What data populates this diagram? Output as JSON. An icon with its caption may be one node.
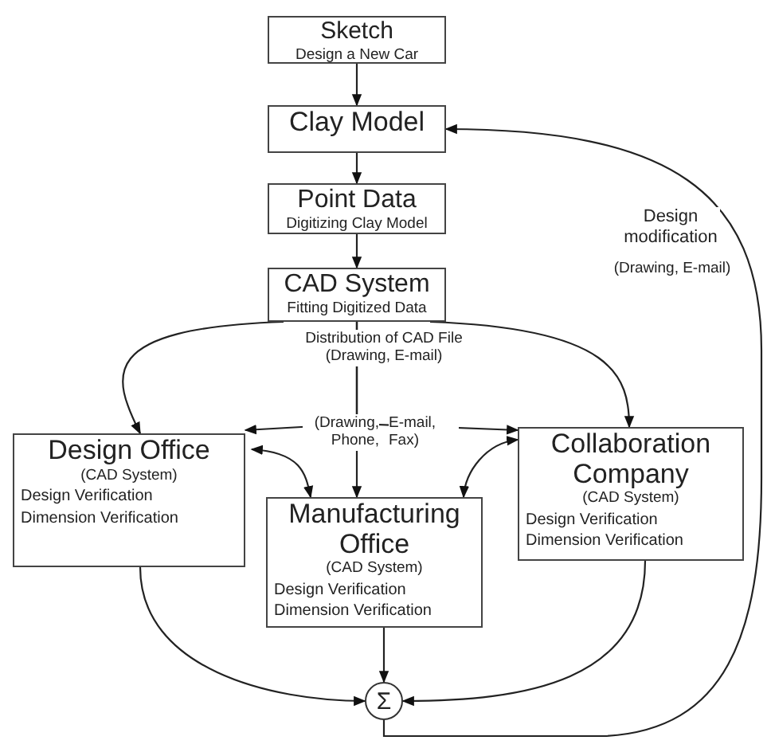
{
  "diagram": {
    "nodes": [
      {
        "text": [
          "Sketch",
          "Design a New Car"
        ]
      },
      {
        "text": [
          "Clay Model"
        ]
      },
      {
        "text": [
          "Point Data",
          "Digitizing Clay Model"
        ]
      },
      {
        "text": [
          "CAD System",
          "Fitting Digitized Data"
        ]
      },
      {
        "text": [
          "Design Office",
          "(CAD System)",
          "Design Verification",
          "Dimension Verification"
        ]
      },
      {
        "text": [
          "Manufacturing Office",
          "(CAD System)",
          "Design Verification",
          "Dimension Verification"
        ]
      },
      {
        "text": [
          "Collaboration Company",
          "(CAD System)",
          "Design Verification",
          "Dimension Verification"
        ]
      },
      {
        "text": [
          "Σ"
        ]
      }
    ],
    "edges": [
      {
        "from": 0,
        "to": 1,
        "arrow": "to"
      },
      {
        "from": 1,
        "to": 2,
        "arrow": "to"
      },
      {
        "from": 2,
        "to": 3,
        "arrow": "to"
      },
      {
        "from": 3,
        "to": 4,
        "arrow": "to"
      },
      {
        "from": 3,
        "to": 6,
        "arrow": "to"
      },
      {
        "from": 3,
        "to": 5,
        "arrow": "to",
        "label": "Distribution of CAD File (Drawing, E-mail)"
      },
      {
        "from": 3,
        "to": 4,
        "arrow": "to",
        "label": "(Drawing, Phone,"
      },
      {
        "from": 3,
        "to": 6,
        "arrow": "to",
        "label": "E-mail, Fax)"
      },
      {
        "from": 4,
        "to": 5,
        "arrow": "both"
      },
      {
        "from": 5,
        "to": 6,
        "arrow": "both"
      },
      {
        "from": 4,
        "to": 7,
        "arrow": "to"
      },
      {
        "from": 5,
        "to": 7,
        "arrow": "to"
      },
      {
        "from": 6,
        "to": 7,
        "arrow": "to"
      },
      {
        "from": 7,
        "to": 1,
        "arrow": "to",
        "label": "Design modification"
      }
    ],
    "labels": [
      "(Drawing, E-mail)"
    ]
  }
}
